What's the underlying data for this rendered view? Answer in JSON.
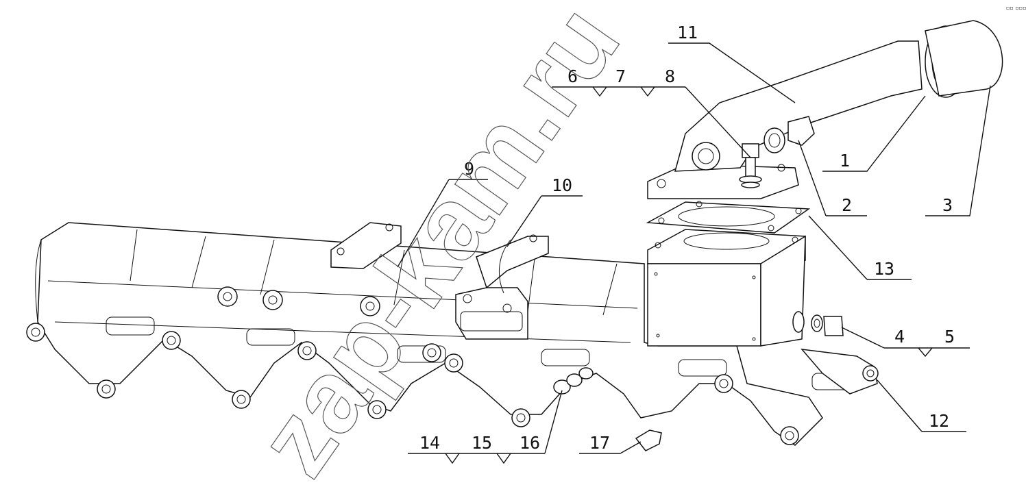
{
  "watermark": "zap-kam.ru",
  "corner_mark": "▫▫ ▫▫▫",
  "callouts": [
    {
      "id": "c1",
      "label": "1"
    },
    {
      "id": "c2",
      "label": "2"
    },
    {
      "id": "c3",
      "label": "3"
    },
    {
      "id": "c4",
      "label": "4"
    },
    {
      "id": "c5",
      "label": "5"
    },
    {
      "id": "c6",
      "label": "6"
    },
    {
      "id": "c7",
      "label": "7"
    },
    {
      "id": "c8",
      "label": "8"
    },
    {
      "id": "c9",
      "label": "9"
    },
    {
      "id": "c10",
      "label": "10"
    },
    {
      "id": "c11",
      "label": "11"
    },
    {
      "id": "c12",
      "label": "12"
    },
    {
      "id": "c13",
      "label": "13"
    },
    {
      "id": "c14",
      "label": "14"
    },
    {
      "id": "c15",
      "label": "15"
    },
    {
      "id": "c16",
      "label": "16"
    },
    {
      "id": "c17",
      "label": "17"
    }
  ]
}
